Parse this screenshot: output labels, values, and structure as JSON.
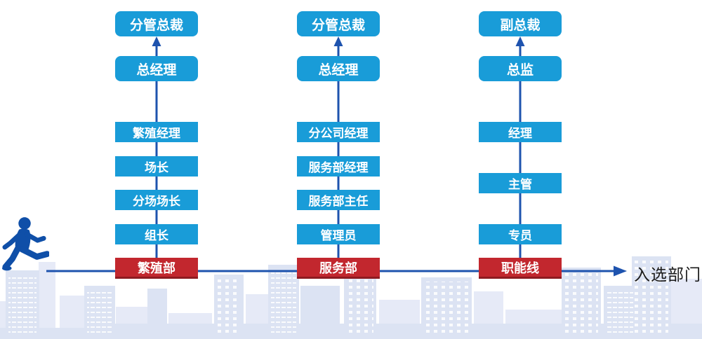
{
  "diagram": {
    "title_hint": "career-ladder-diagram",
    "columns": [
      {
        "top": [
          "分管总裁",
          "总经理"
        ],
        "ladder": [
          "繁殖经理",
          "场长",
          "分场场长",
          "组长"
        ],
        "department": "繁殖部"
      },
      {
        "top": [
          "分管总裁",
          "总经理"
        ],
        "ladder": [
          "分公司经理",
          "服务部经理",
          "服务部主任",
          "管理员"
        ],
        "department": "服务部"
      },
      {
        "top": [
          "副总裁",
          "总监"
        ],
        "ladder": [
          "经理",
          "主管",
          "专员"
        ],
        "department": "职能线"
      }
    ],
    "baseline_label": "入选部门",
    "icons": {
      "person": "walking-person-icon",
      "up_arrow": "up-arrow-icon",
      "right_arrow": "right-arrow-icon"
    },
    "colors": {
      "box_blue": "#199CD8",
      "box_red": "#C2272E",
      "box_red_edge": "#8E1B21",
      "line_blue": "#1E53AE",
      "person_blue": "#0F4FA8",
      "skyline_light": "#DCE3F3",
      "skyline_lighter": "#E6EAF7",
      "label_text": "#1A1A1A",
      "box_text": "#FFFFFF"
    }
  }
}
